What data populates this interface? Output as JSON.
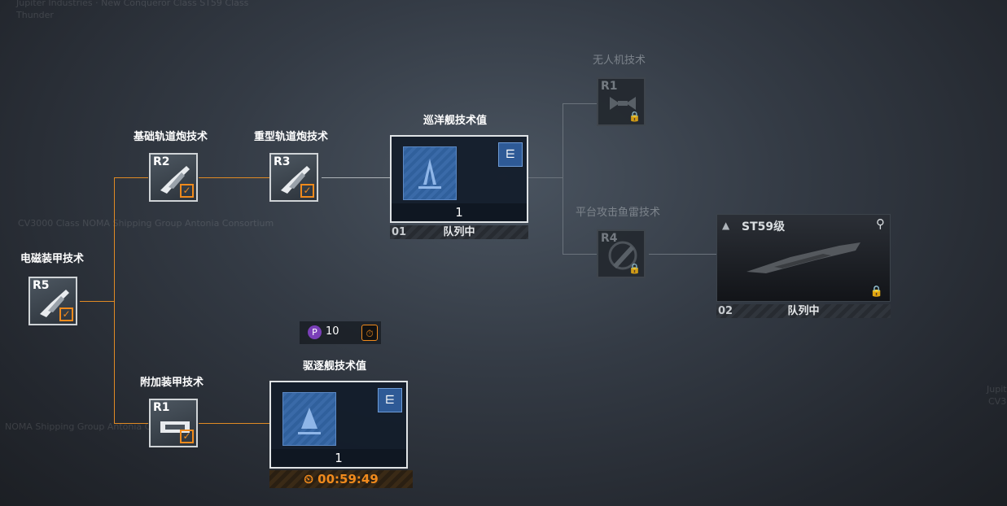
{
  "background_texts": {
    "t1": "Jupiter Industries · New Conqueror Class ST59 Class",
    "t2": "Thunder",
    "t3": "CV3000 Class NOMA Shipping Group Antonia Consortium",
    "t4": "NOMA Shipping Group Antonia Co",
    "t5": "Jupiter",
    "t6": "CV3"
  },
  "nodes": {
    "r5": {
      "label": "电磁装甲技术",
      "rank": "R5",
      "icon": "railgun-icon",
      "check": "✓"
    },
    "r2": {
      "label": "基础轨道炮技术",
      "rank": "R2",
      "icon": "railgun-icon",
      "check": "✓"
    },
    "r3": {
      "label": "重型轨道炮技术",
      "rank": "R3",
      "icon": "railgun-icon",
      "check": "✓"
    },
    "r1a": {
      "label": "附加装甲技术",
      "rank": "R1",
      "icon": "armor-plate-icon",
      "check": "✓"
    },
    "drone": {
      "label": "无人机技术",
      "rank": "R1",
      "icon": "drone-icon",
      "lock": "🔒"
    },
    "torpedo": {
      "label": "平台攻击鱼雷技术",
      "rank": "R4",
      "icon": "torpedo-icon",
      "lock": "🔒"
    }
  },
  "cruiser": {
    "label": "巡洋舰技术值",
    "count": "1",
    "queue_index": "01",
    "queue_text": "队列中"
  },
  "destroyer": {
    "label": "驱逐舰技术值",
    "count": "1",
    "timer": "00:59:49"
  },
  "resource": {
    "amount": "10",
    "icon": "tech-point-icon",
    "speedup_icon": "speedup-icon"
  },
  "ship": {
    "class_name": "ST59级",
    "queue_index": "02",
    "queue_text": "队列中",
    "search_icon": "search-icon",
    "lock_icon": "lock-icon"
  },
  "colors": {
    "accent": "#f08a1c",
    "tech_blue": "#3a6aa8"
  }
}
